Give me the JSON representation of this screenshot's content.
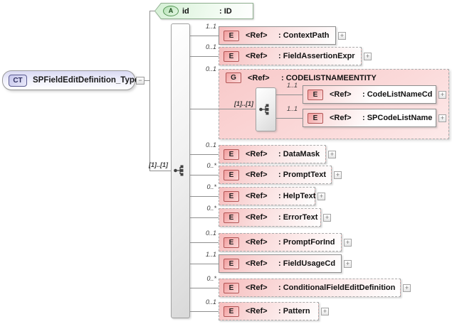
{
  "diagram": {
    "root": {
      "icon": "CT",
      "label": "SPFieldEditDefinition_Type",
      "collapse_glyph": "−"
    },
    "attribute": {
      "icon": "A",
      "name": "id",
      "type": ": ID"
    },
    "compositor": {
      "kind": "sequence",
      "occurs": "[1]..[1]"
    },
    "elements": [
      {
        "card": "1..1",
        "ref": "<Ref>",
        "name": ": ContextPath"
      },
      {
        "card": "0..1",
        "ref": "<Ref>",
        "name": ": FieldAssertionExpr"
      },
      {
        "card": "0..1",
        "ref": "<Ref>",
        "name": ": DataMask"
      },
      {
        "card": "0..*",
        "ref": "<Ref>",
        "name": ": PromptText"
      },
      {
        "card": "0..*",
        "ref": "<Ref>",
        "name": ": HelpText"
      },
      {
        "card": "0..*",
        "ref": "<Ref>",
        "name": ": ErrorText"
      },
      {
        "card": "0..1",
        "ref": "<Ref>",
        "name": ": PromptForInd"
      },
      {
        "card": "1..1",
        "ref": "<Ref>",
        "name": ": FieldUsageCd"
      },
      {
        "card": "0..*",
        "ref": "<Ref>",
        "name": ": ConditionalFieldEditDefinition"
      },
      {
        "card": "0..1",
        "ref": "<Ref>",
        "name": ": Pattern"
      }
    ],
    "group": {
      "card": "0..1",
      "icon": "G",
      "ref": "<Ref>",
      "name": ": CODELISTNAMEENTITY",
      "compositor": {
        "kind": "sequence",
        "occurs": "[1]..[1]"
      },
      "children": [
        {
          "card": "1..1",
          "ref": "<Ref>",
          "name": ": CodeListNameCd"
        },
        {
          "card": "1..1",
          "ref": "<Ref>",
          "name": ": SPCodeListName"
        }
      ]
    }
  },
  "icons": {
    "element": "E",
    "plus": "+"
  },
  "colors": {
    "element_fill": "#f7bebe",
    "element_icon_border": "#b25454",
    "group_fill": "#f8c9c9",
    "attribute_fill": "#d5f0d5",
    "complextype_fill": "#d9d9f2",
    "line": "#8f8f8f"
  }
}
